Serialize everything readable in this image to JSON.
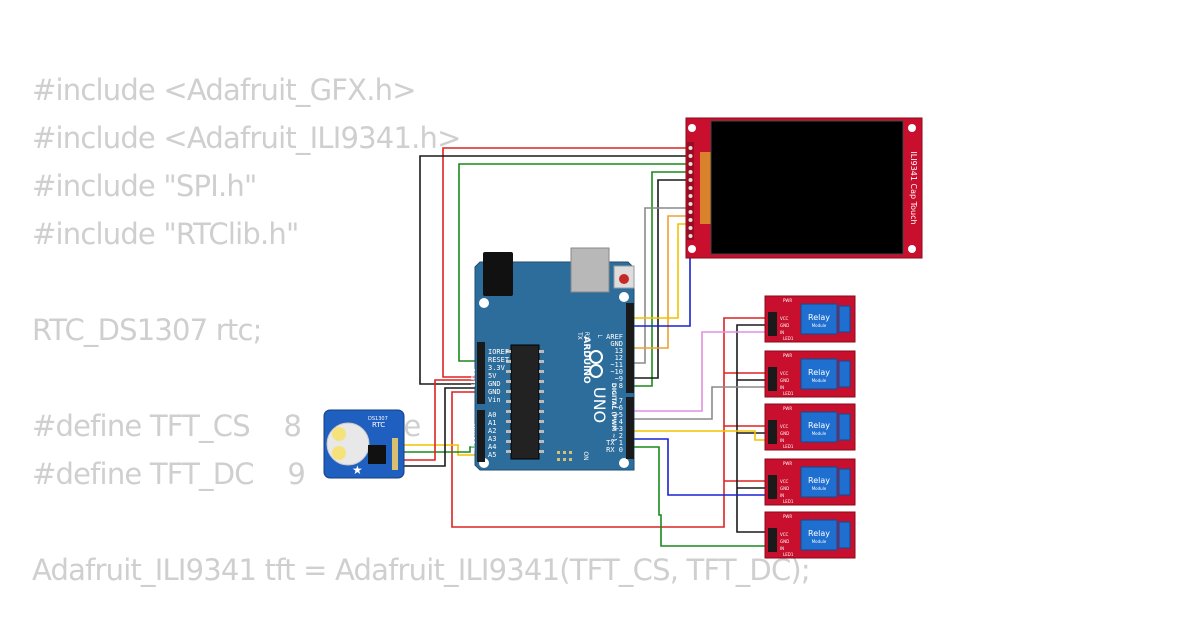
{
  "code_lines": [
    "#include <Adafruit_GFX.h>",
    "#include <Adafruit_ILI9341.h>",
    "#include \"SPI.h\"",
    "#include \"RTClib.h\"",
    "",
    "RTC_DS1307 rtc;",
    "",
    "#define TFT_CS    8   double",
    "#define TFT_DC    9",
    "",
    "Adafruit_ILI9341 tft = Adafruit_ILI9341(TFT_CS, TFT_DC);"
  ],
  "tft": {
    "label": "ILI9341 Cap Touch"
  },
  "arduino": {
    "brand": "ARDUINO",
    "model": "UNO",
    "on_label": "ON",
    "tx_label": "TX",
    "rx_label": "RX",
    "l_label": "L",
    "digital_label": "DIGITAL (PWM ~)",
    "power_label": "POWER",
    "analog_label": "ANALOG IN",
    "power_pins": [
      "IOREF",
      "RESET",
      "3.3V",
      "5V",
      "GND",
      "GND",
      "Vin"
    ],
    "analog_pins": [
      "A0",
      "A1",
      "A2",
      "A3",
      "A4",
      "A5"
    ],
    "digital_pins_top": [
      "AREF",
      "GND",
      "13",
      "12",
      "~11",
      "~10",
      "~9",
      "8"
    ],
    "digital_pins_bottom": [
      "7",
      "~6",
      "~5",
      "4",
      "~3",
      "2",
      "TX 1",
      "RX 0"
    ]
  },
  "rtc": {
    "label": "RTC",
    "chip": "DS1307"
  },
  "relay": {
    "label": "Relay",
    "sublabel": "Module",
    "pins": [
      "VCC",
      "GND",
      "IN"
    ],
    "pwr_label": "PWR",
    "led_label": "LED1"
  },
  "relays": [
    {
      "id": "relay1"
    },
    {
      "id": "relay2"
    },
    {
      "id": "relay3"
    },
    {
      "id": "relay4"
    },
    {
      "id": "relay5"
    }
  ],
  "colors": {
    "board_blue": "#2d6d9b",
    "module_red": "#c8102e",
    "rtc_blue": "#1e5fbf",
    "wire_red": "#dd2222",
    "wire_black": "#1a1a1a",
    "wire_green": "#1a8a1a",
    "wire_yellow": "#f2c200",
    "wire_orange": "#f0a030",
    "wire_gray": "#8a8a8a",
    "wire_blue": "#1a22d0",
    "wire_pink": "#e090e0"
  }
}
